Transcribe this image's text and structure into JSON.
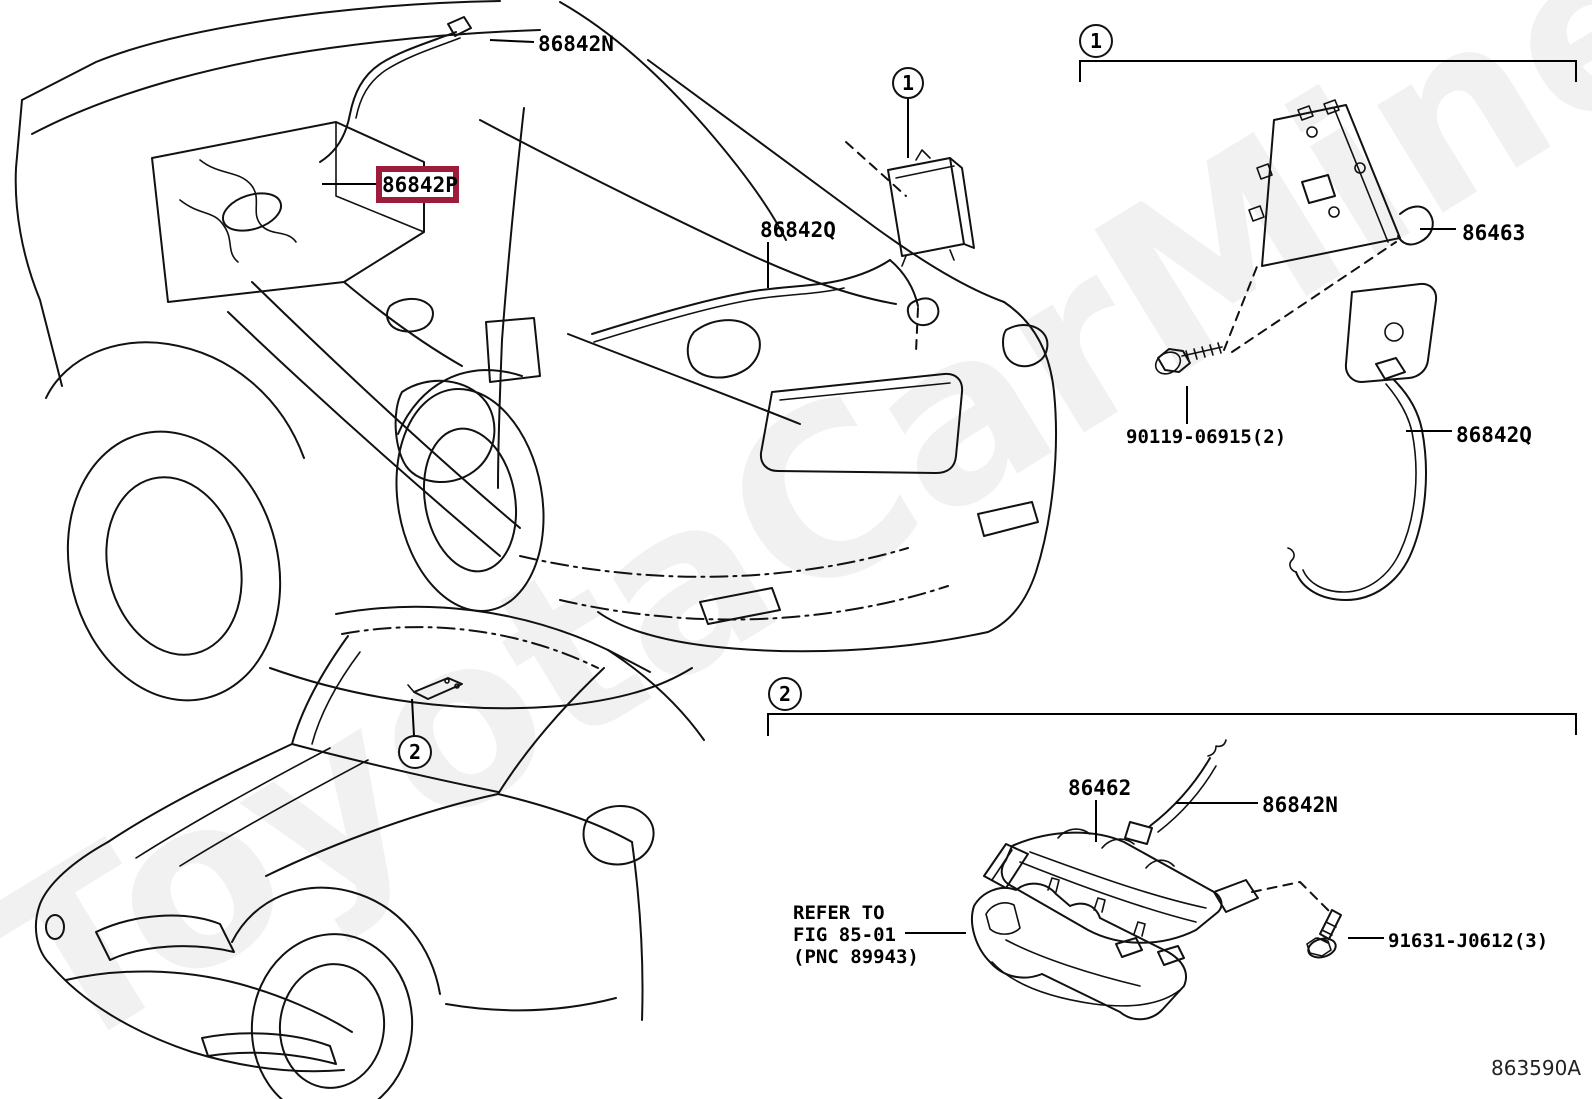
{
  "watermark": {
    "text": "ToyotaCarMine.ru"
  },
  "diagram_code": "863590A",
  "colors": {
    "highlight": "#9e1c3b",
    "line": "#111111",
    "watermark": "#f1f1f1"
  },
  "callouts": {
    "one": "1",
    "two": "2"
  },
  "labels": {
    "cord_top": "86842N",
    "selected": "86842P",
    "cable_top": "86842Q",
    "bracket": "86463",
    "bolt_bracket": "90119-06915(2)",
    "cable_detail": "86842Q",
    "amplifier": "86462",
    "cord_detail": "86842N",
    "bolt_amplifier": "91631-J0612(3)"
  },
  "note": {
    "line1": "REFER TO",
    "line2": "FIG 85-01",
    "line3": "(PNC 89943)"
  }
}
